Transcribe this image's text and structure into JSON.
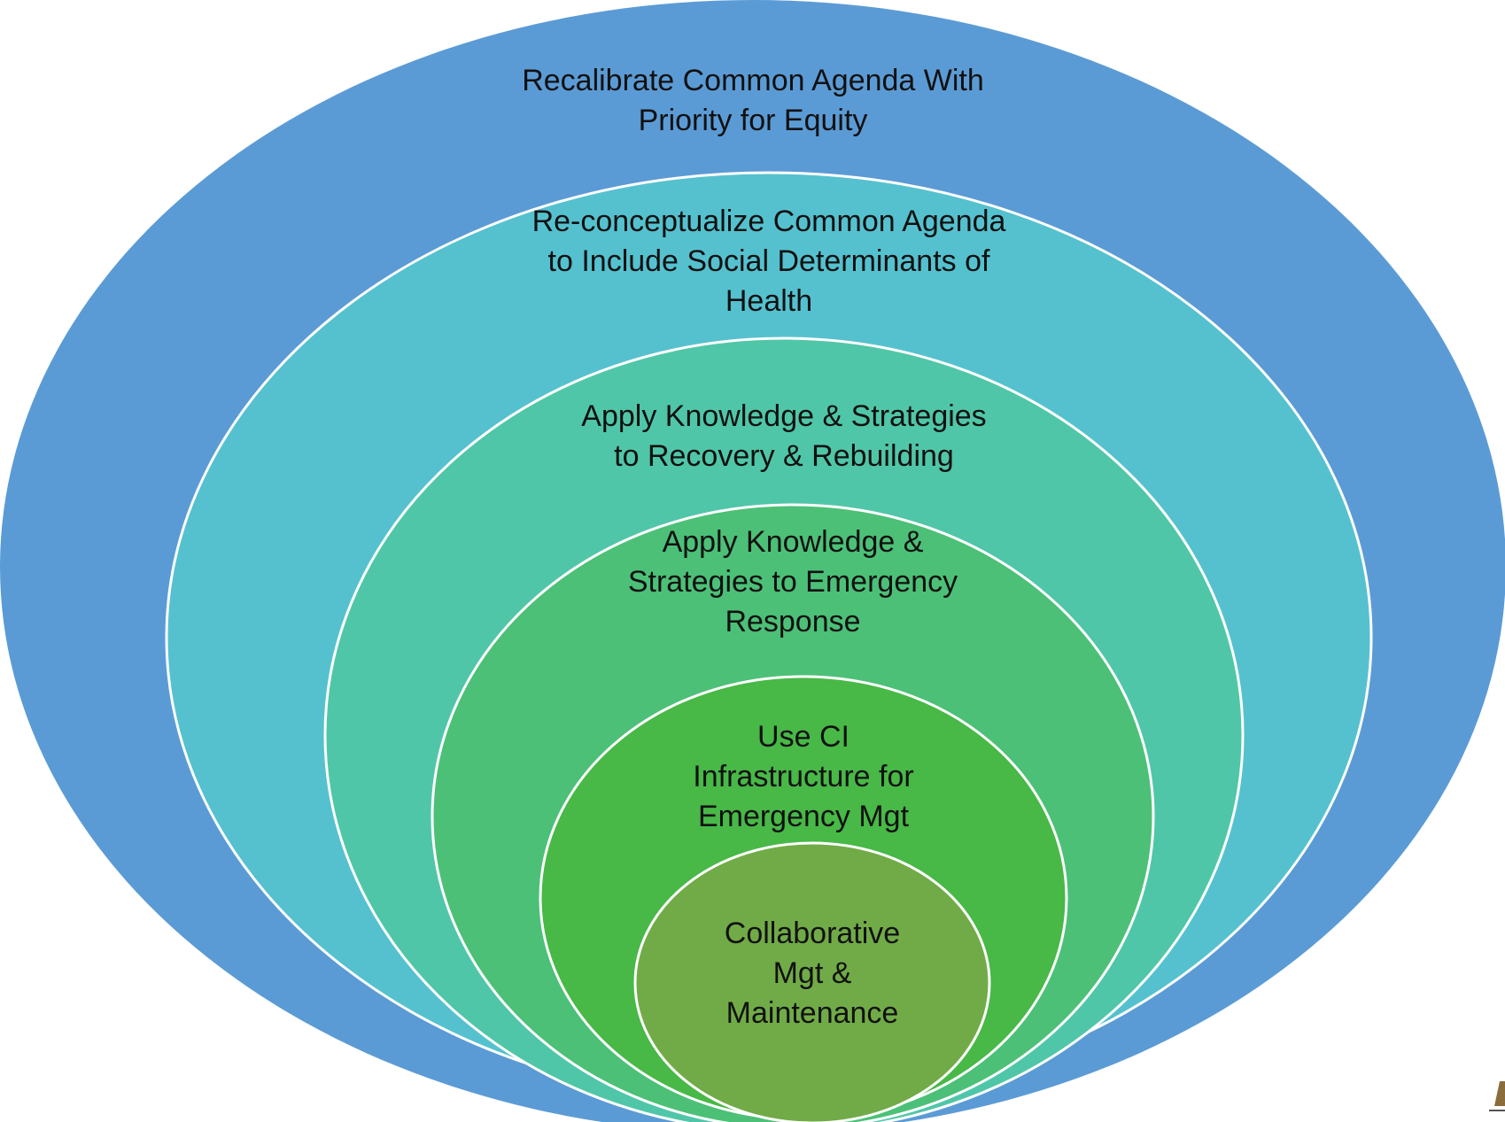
{
  "diagram": {
    "type": "nested-ellipses",
    "layers": [
      {
        "color": "#5b9bd5",
        "lines": [
          "Recalibrate Common Agenda  With",
          "Priority for Equity"
        ]
      },
      {
        "color": "#55c1cf",
        "lines": [
          "Re-conceptualize Common Agenda",
          "to Include Social Determinants of",
          "Health"
        ]
      },
      {
        "color": "#50c6a8",
        "lines": [
          "Apply Knowledge & Strategies",
          "to Recovery & Rebuilding"
        ]
      },
      {
        "color": "#4cc077",
        "lines": [
          "Apply Knowledge &",
          "Strategies to Emergency",
          "Response"
        ]
      },
      {
        "color": "#48b847",
        "lines": [
          "Use CI",
          "Infrastructure  for",
          "Emergency Mgt"
        ]
      },
      {
        "color": "#71ab47",
        "lines": [
          "Collaborative",
          "Mgt &",
          "Maintenance"
        ]
      }
    ],
    "outline_color": "#ffffff"
  }
}
